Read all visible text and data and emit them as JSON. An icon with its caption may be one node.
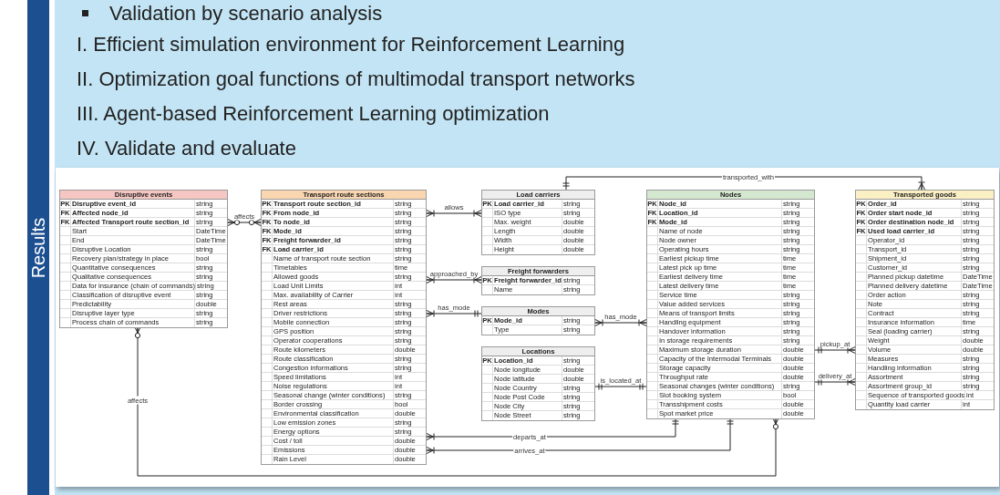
{
  "diagram": {
    "nodes": [
      {
        "text": [
          "Transport route sections",
          "PK",
          "Transport route section_id",
          "string",
          "FK",
          "From node_id",
          "string",
          "FK",
          "To node_id",
          "string",
          "FK",
          "Mode_id",
          "string",
          "FK",
          "Freight forwarder_id",
          "string",
          "FK",
          "Load carrier_id",
          "string",
          "Name of transport route section",
          "string",
          "Timetables",
          "time",
          "Allowed goods",
          "string",
          "Load Unit Limits",
          "int",
          "Max. availability of Carrier",
          "int",
          "Rest areas",
          "string",
          "Driver restrictions",
          "string",
          "Mobile connection",
          "string",
          "GPS position",
          "string",
          "Operator cooperations",
          "string",
          "Route kilometers",
          "double",
          "Route classification",
          "string",
          "Congestion informations",
          "string",
          "Speed limitations",
          "int",
          "Noise regulations",
          "int",
          "Seasonal change (winter conditions)",
          "string",
          "Border crossing",
          "bool",
          "Environmental classification",
          "double",
          "Low emission zones",
          "string",
          "Energy options",
          "string",
          "Cost / toll",
          "double",
          "Emissions",
          "double",
          "Rain Level",
          "double"
        ]
      },
      {
        "text": [
          "Load carriers",
          "PK",
          "Load carrier_id",
          "string",
          "ISO type",
          "string",
          "Max. weight",
          "double",
          "Length",
          "double",
          "Width",
          "double",
          "Height",
          "double"
        ]
      },
      {
        "text": [
          "Freight forwarders",
          "PK",
          "Freight forwarder_id",
          "string",
          "Name",
          "string"
        ]
      },
      {
        "text": [
          "Modes",
          "PK",
          "Mode_id",
          "string",
          "Type",
          "string"
        ]
      },
      {
        "text": [
          "Locations",
          "PK",
          "Location_id",
          "string",
          "Node longitude",
          "double",
          "Node latitude",
          "double",
          "Node Country",
          "string",
          "Node Post Code",
          "string",
          "Node City",
          "string",
          "Node Street",
          "string"
        ]
      },
      {
        "text": [
          "Disruptive events",
          "PK",
          "Disruptive event_id",
          "string",
          "FK",
          "Affected node_id",
          "string",
          "FK",
          "Affected Transport route section_id",
          "string",
          "Start",
          "DateTime",
          "End",
          "DateTime",
          "Disruptive Location",
          "string",
          "Recovery plan/strategy in place",
          "bool",
          "Quantitative consequences",
          "string",
          "Qualitative consequences",
          "string",
          "Data for insurance (chain of commands)",
          "string",
          "Classification of disruptive event",
          "string",
          "Predictability",
          "double",
          "Disruptive layer type",
          "string",
          "Process chain of commands",
          "string"
        ]
      },
      {
        "text": [
          "Nodes",
          "PK",
          "Node_id",
          "string",
          "FK",
          "Location_id",
          "string",
          "FK",
          "Mode_id",
          "string",
          "Name of node",
          "string",
          "Node owner",
          "string",
          "Operating hours",
          "string",
          "Earliest pickup time",
          "time",
          "Latest pick up time",
          "time",
          "Earliest delivery time",
          "time",
          "Latest delivery time",
          "time",
          "Service time",
          "string",
          "Value added services",
          "string",
          "Means of transport limits",
          "string",
          "Handling equipment",
          "string",
          "Handover information",
          "string",
          "In storage requirements",
          "string",
          "Maximum storage duration",
          "double",
          "Capacity of the Intermodal Terminals",
          "double",
          "Storage capacity",
          "double",
          "Throughput rate",
          "double",
          "Seasonal changes (winter conditions)",
          "string",
          "Slot booking system",
          "bool",
          "Transshipment costs",
          "double",
          "Spot market price",
          "double"
        ]
      },
      {
        "text": [
          "Transported goods",
          "PK",
          "Order_id",
          "string",
          "FK",
          "Order start node_id",
          "string",
          "FK",
          "Order destination node_id",
          "string",
          "FK",
          "Used load carrier_id",
          "string",
          "Operator_id",
          "string",
          "Transport_id",
          "string",
          "Shipment_id",
          "string",
          "Customer_id",
          "string",
          "Planned pickup datetime",
          "DateTime",
          "Planned delivery datetime",
          "DateTime",
          "Order action",
          "string",
          "Note",
          "string",
          "Contract",
          "string",
          "Insurance information",
          "time",
          "Seal (loading carrier)",
          "string",
          "Weight",
          "double",
          "Volume",
          "double",
          "Measures",
          "string",
          "Handling information",
          "string",
          "Assortment",
          "string",
          "Assortment group_id",
          "string",
          "Sequence of transported goods",
          "int",
          "Quantity load carrier",
          "int"
        ]
      }
    ],
    "edges": [
      {
        "from": 0,
        "to": 1,
        "arrow": "other",
        "label": "allows"
      },
      {
        "from": 0,
        "to": 2,
        "arrow": "other",
        "label": "approached_by"
      },
      {
        "from": 0,
        "to": 3,
        "arrow": "other",
        "label": "has_mode"
      },
      {
        "from": 3,
        "to": 6,
        "arrow": "other",
        "label": "has_mode"
      },
      {
        "from": 4,
        "to": 6,
        "arrow": "other",
        "label": "is_located_at"
      },
      {
        "from": 1,
        "to": 7,
        "arrow": "other",
        "label": "transported_with"
      },
      {
        "from": 6,
        "to": 7,
        "arrow": "other",
        "label": "pickup_at"
      },
      {
        "from": 6,
        "to": 7,
        "arrow": "other",
        "label": "delivery_at"
      },
      {
        "from": 6,
        "to": 0,
        "arrow": "other",
        "label": "departs_at"
      },
      {
        "from": 6,
        "to": 0,
        "arrow": "other",
        "label": "arrives_at"
      },
      {
        "from": 5,
        "to": 0,
        "arrow": "other",
        "label": "affects"
      },
      {
        "from": 5,
        "to": 6,
        "arrow": "other",
        "label": "affects"
      }
    ],
    "labels": [
      "Results",
      "Validation by scenario analysis",
      "I. Efficient simulation environment for Reinforcement Learning",
      "II. Optimization goal functions of multimodal transport networks",
      "III. Agent-based Reinforcement Learning optimization",
      "IV. Validate and evaluate"
    ]
  }
}
